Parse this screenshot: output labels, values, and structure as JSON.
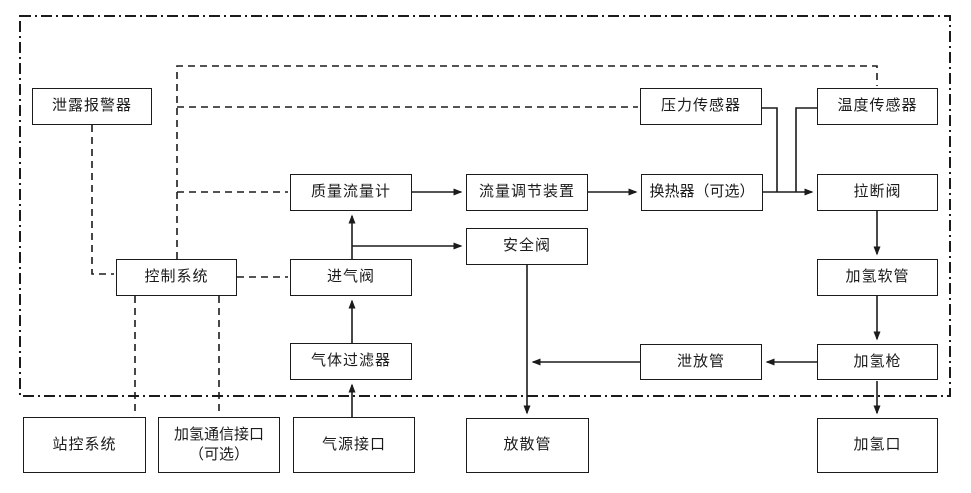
{
  "diagram": {
    "kind": "block-flow-diagram",
    "line_color": "#1b1b1b",
    "background_color": "#ffffff"
  },
  "nodes": {
    "leak_alarm": {
      "label": "泄露报警器"
    },
    "pressure_sensor": {
      "label": "压力传感器"
    },
    "temp_sensor": {
      "label": "温度传感器"
    },
    "mass_flow_meter": {
      "label": "质量流量计"
    },
    "flow_regulator": {
      "label": "流量调节装置"
    },
    "heat_exchanger": {
      "label": "换热器（可选）"
    },
    "breakaway_valve": {
      "label": "拉断阀"
    },
    "safety_valve": {
      "label": "安全阀"
    },
    "control_system": {
      "label": "控制系统"
    },
    "inlet_valve": {
      "label": "进气阀"
    },
    "hose": {
      "label": "加氢软管"
    },
    "gas_filter": {
      "label": "气体过滤器"
    },
    "relief_pipe": {
      "label": "泄放管"
    },
    "nozzle": {
      "label": "加氢枪"
    },
    "station_control": {
      "label": "站控系统"
    },
    "comm_interface": {
      "label": "加氢通信接口",
      "label2": "（可选）"
    },
    "gas_source": {
      "label": "气源接口"
    },
    "vent_pipe": {
      "label": "放散管"
    },
    "receptacle": {
      "label": "加氢口"
    }
  },
  "edges": [
    {
      "from": "mass_flow_meter",
      "to": "flow_regulator",
      "style": "solid-arrow"
    },
    {
      "from": "flow_regulator",
      "to": "heat_exchanger",
      "style": "solid-arrow"
    },
    {
      "from": "heat_exchanger",
      "to": "breakaway_valve",
      "style": "solid-arrow"
    },
    {
      "from": "breakaway_valve",
      "to": "hose",
      "style": "solid-arrow"
    },
    {
      "from": "hose",
      "to": "nozzle",
      "style": "solid-arrow"
    },
    {
      "from": "nozzle",
      "to": "receptacle",
      "style": "solid-arrow"
    },
    {
      "from": "nozzle",
      "to": "relief_pipe",
      "style": "solid-arrow"
    },
    {
      "from": "relief_pipe",
      "to": "vent_line",
      "style": "solid-arrow"
    },
    {
      "from": "safety_valve",
      "to": "vent_pipe",
      "style": "solid-arrow"
    },
    {
      "from": "gas_source",
      "to": "gas_filter",
      "style": "solid-arrow"
    },
    {
      "from": "gas_filter",
      "to": "inlet_valve",
      "style": "solid-arrow"
    },
    {
      "from": "inlet_valve",
      "to": "mass_flow_meter",
      "style": "solid-arrow"
    },
    {
      "from": "inlet_valve",
      "to": "safety_valve",
      "style": "solid-arrow"
    },
    {
      "from": "pressure_sensor",
      "to": "main_pipe",
      "style": "solid"
    },
    {
      "from": "temp_sensor",
      "to": "main_pipe",
      "style": "solid"
    },
    {
      "from": "leak_alarm",
      "to": "control_system",
      "style": "dashed"
    },
    {
      "from": "control_system",
      "to": "temp_sensor",
      "style": "dashed"
    },
    {
      "from": "control_system",
      "to": "pressure_sensor",
      "style": "dashed"
    },
    {
      "from": "control_system",
      "to": "mass_flow_meter",
      "style": "dashed"
    },
    {
      "from": "control_system",
      "to": "inlet_valve",
      "style": "dashed"
    },
    {
      "from": "control_system",
      "to": "station_control",
      "style": "dashed"
    },
    {
      "from": "control_system",
      "to": "comm_interface",
      "style": "dashed"
    }
  ]
}
